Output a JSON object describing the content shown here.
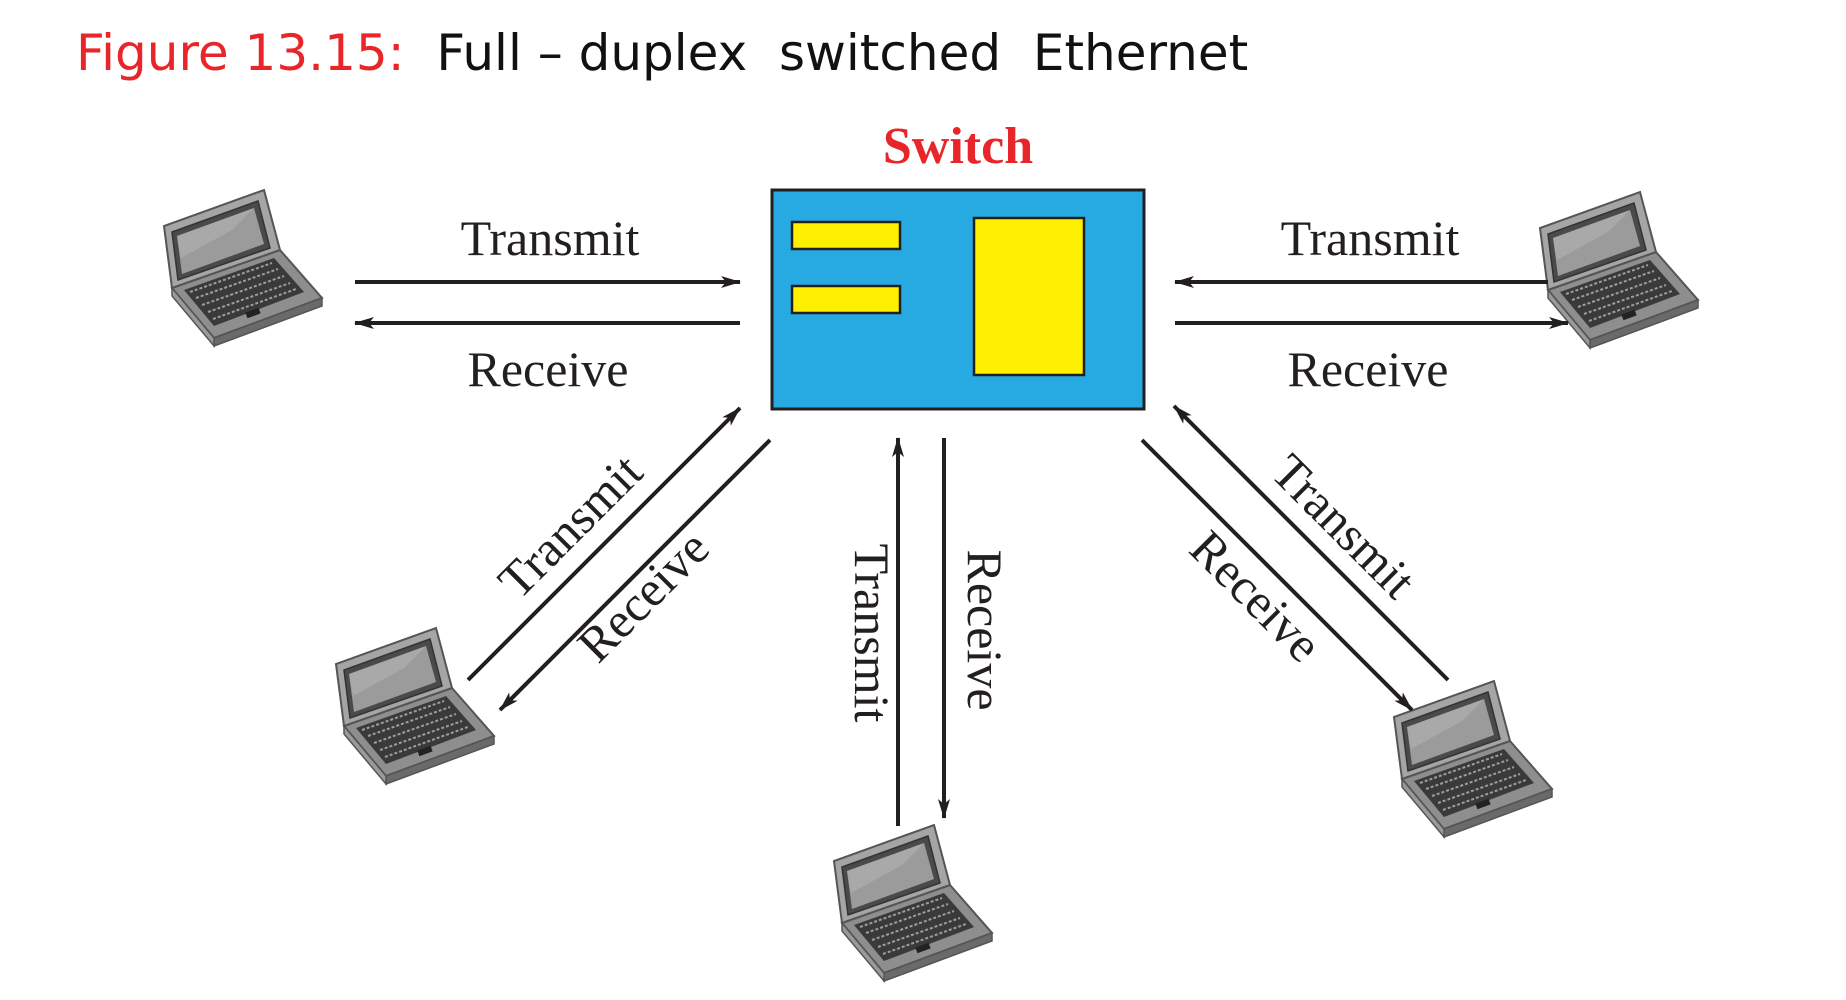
{
  "figure": {
    "number": "Figure 13.15:",
    "caption": "Full – duplex  switched  Ethernet"
  },
  "switch": {
    "label": "Switch",
    "body_color": "#27aae1",
    "port_color": "#ffef00",
    "label_color": "#e8262a"
  },
  "links": [
    {
      "station": "left",
      "transmit": "Transmit",
      "receive": "Receive"
    },
    {
      "station": "right",
      "transmit": "Transmit",
      "receive": "Receive"
    },
    {
      "station": "bottom-left",
      "transmit": "Transmit",
      "receive": "Receive"
    },
    {
      "station": "bottom",
      "transmit": "Transmit",
      "receive": "Receive"
    },
    {
      "station": "bottom-right",
      "transmit": "Transmit",
      "receive": "Receive"
    }
  ],
  "icons": {
    "station": "laptop-icon"
  }
}
